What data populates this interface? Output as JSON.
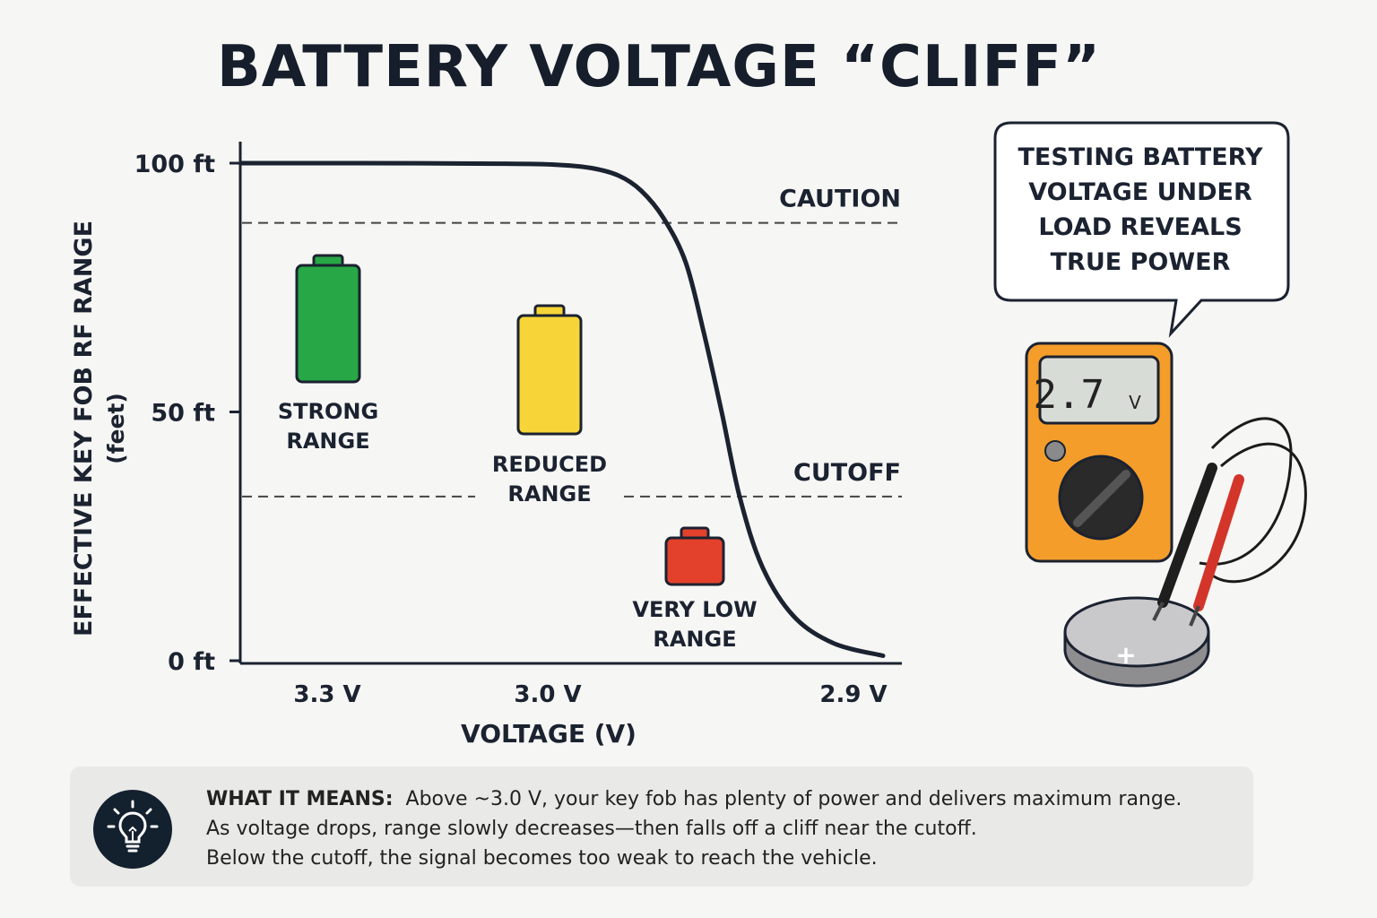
{
  "title": "BATTERY VOLTAGE “CLIFF”",
  "chart_data": {
    "type": "line",
    "ylabel_line1": "EFFECTIVE KEY FOB RF RANGE",
    "ylabel_line2": "(feet)",
    "xlabel": "VOLTAGE (V)",
    "yticks": [
      {
        "value": 0,
        "label": "0 ft"
      },
      {
        "value": 50,
        "label": "50 ft"
      },
      {
        "value": 100,
        "label": "100 ft"
      }
    ],
    "xticks": [
      "3.3 V",
      "3.0 V",
      "2.9 V"
    ],
    "series": [
      {
        "values": [
          100,
          100,
          99.9,
          99.7,
          99,
          97.5,
          94.5,
          89,
          80,
          66,
          50,
          33,
          19,
          9,
          3.5,
          1
        ]
      }
    ],
    "thresholds": [
      {
        "label": "CAUTION",
        "value": 88
      },
      {
        "label": "CUTOFF",
        "value": 33
      }
    ],
    "annotations": [
      {
        "label_line1": "STRONG",
        "label_line2": "RANGE",
        "color": "#27a745"
      },
      {
        "label_line1": "REDUCED",
        "label_line2": "RANGE",
        "color": "#f7d538"
      },
      {
        "label_line1": "VERY LOW",
        "label_line2": "RANGE",
        "color": "#e3412b"
      }
    ]
  },
  "callout": {
    "line1": "TESTING BATTERY",
    "line2": "VOLTAGE UNDER",
    "line3": "LOAD REVEALS",
    "line4": "TRUE POWER"
  },
  "multimeter": {
    "reading": "2.7",
    "unit": "V",
    "body_color": "#f59d2a",
    "coin_cell_mark": "+"
  },
  "info": {
    "label": "WHAT IT MEANS:",
    "line1": "Above ~3.0 V, your key fob has plenty of power and delivers maximum range.",
    "line2": "As voltage drops, range slowly decreases—then falls off a cliff near the cutoff.",
    "line3": "Below the cutoff, the signal becomes too weak to reach the vehicle.",
    "icon": "lightbulb-icon"
  }
}
